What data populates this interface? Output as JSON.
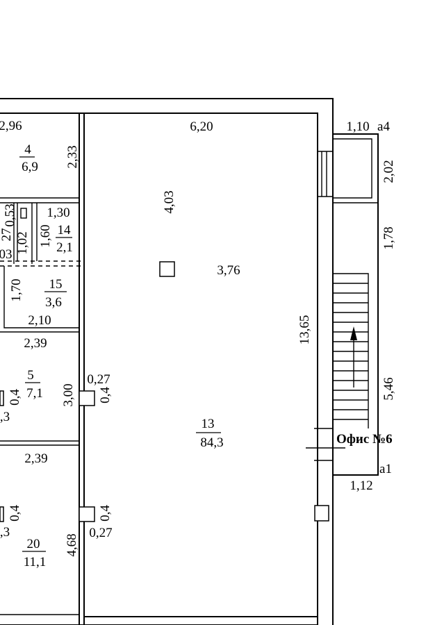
{
  "plan": {
    "office_label": "Офис №6",
    "rooms": {
      "r13": {
        "num": "13",
        "area": "84,3"
      },
      "r4": {
        "num": "4",
        "area": "6,9"
      },
      "r14": {
        "num": "14",
        "area": "2,1"
      },
      "r15": {
        "num": "15",
        "area": "3,6"
      },
      "r5": {
        "num": "5",
        "area": "7,1"
      },
      "r20": {
        "num": "20",
        "area": "11,1"
      }
    },
    "dims": {
      "d_296": "2,96",
      "d_620": "6,20",
      "d_110": "1,10",
      "d_a4": "a4",
      "d_233": "2,33",
      "d_403": "4,03",
      "d_202": "2,02",
      "d_130": "1,30",
      "d_053": "0,53",
      "d_160": "1,60",
      "d_27": "27",
      "d_102": "1,02",
      "d_03": "03",
      "d_178": "1,78",
      "d_376": "3,76",
      "d_170": "1,70",
      "d_210": "2,10",
      "d_1365": "13,65",
      "d_239a": "2,39",
      "d_027a": "0,27",
      "d_04a": "0,4",
      "d_300": "3,00",
      "d_04b": "0,4",
      "d_3a": ",3",
      "d_546": "5,46",
      "d_239b": "2,39",
      "d_a1": "a1",
      "d_112": "1,12",
      "d_04c": "0,4",
      "d_04d": "0,4",
      "d_3b": ",3",
      "d_468": "4,68",
      "d_027b": "0,27"
    }
  }
}
